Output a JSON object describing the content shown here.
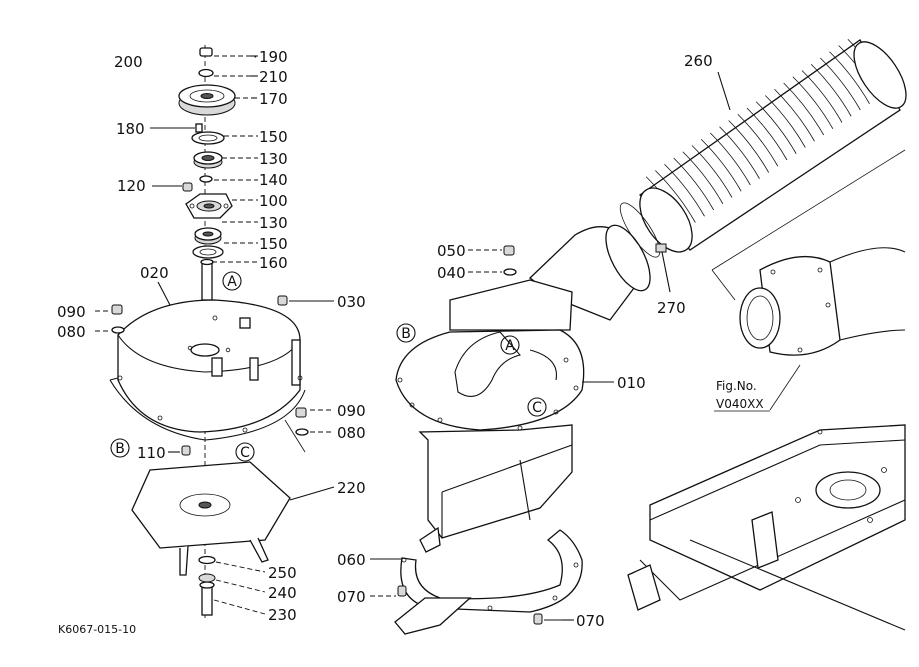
{
  "diagram": {
    "footer_code": "K6067-015-10",
    "figure_reference": {
      "line1": "Fig.No.",
      "line2": "V040XX"
    },
    "reference_marks": [
      "A",
      "B",
      "C"
    ],
    "part_labels": {
      "p200": "200",
      "p190": "190",
      "p210": "210",
      "p170": "170",
      "p180": "180",
      "p150a": "150",
      "p130a": "130",
      "p140": "140",
      "p120": "120",
      "p100": "100",
      "p130b": "130",
      "p150b": "150",
      "p160": "160",
      "p020": "020",
      "p090a": "090",
      "p030": "030",
      "p080a": "080",
      "p090b": "090",
      "p080b": "080",
      "p110": "110",
      "p220": "220",
      "p250": "250",
      "p240": "240",
      "p230": "230",
      "p260": "260",
      "p050": "050",
      "p040": "040",
      "p270": "270",
      "p010": "010",
      "p060": "060",
      "p070a": "070",
      "p070b": "070"
    }
  }
}
